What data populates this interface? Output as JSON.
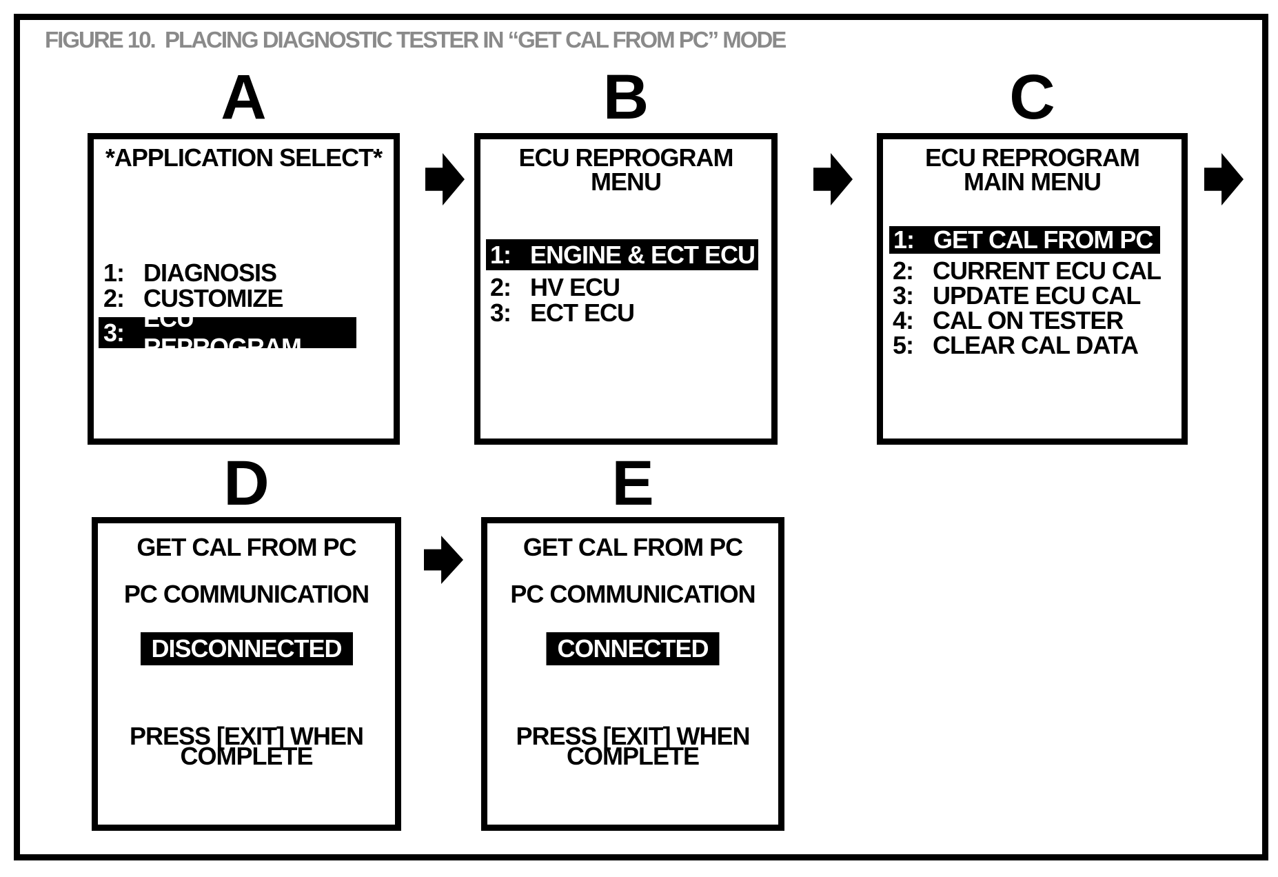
{
  "figure_title": "FIGURE 10.  PLACING DIAGNOSTIC TESTER IN “GET CAL FROM PC” MODE",
  "colors": {
    "ink": "#000000",
    "paper": "#ffffff",
    "title_gray": "#8a8a8a",
    "highlight_bg": "#000000",
    "highlight_text": "#ffffff"
  },
  "panels": {
    "a": {
      "label": "A",
      "screen_title": "*APPLICATION SELECT*",
      "items": [
        {
          "num": "1:",
          "text": "DIAGNOSIS",
          "highlighted": false
        },
        {
          "num": "2:",
          "text": "CUSTOMIZE",
          "highlighted": false
        },
        {
          "num": "3:",
          "text": "ECU REPROGRAM",
          "highlighted": true
        }
      ]
    },
    "b": {
      "label": "B",
      "screen_title_line1": "ECU REPROGRAM",
      "screen_title_line2": "MENU",
      "items": [
        {
          "num": "1:",
          "text": "ENGINE & ECT ECU",
          "highlighted": true
        },
        {
          "num": "2:",
          "text": "HV ECU",
          "highlighted": false
        },
        {
          "num": "3:",
          "text": "ECT ECU",
          "highlighted": false
        }
      ]
    },
    "c": {
      "label": "C",
      "screen_title_line1": "ECU REPROGRAM",
      "screen_title_line2": "MAIN MENU",
      "items": [
        {
          "num": "1:",
          "text": "GET CAL FROM PC",
          "highlighted": true
        },
        {
          "num": "2:",
          "text": "CURRENT ECU CAL",
          "highlighted": false
        },
        {
          "num": "3:",
          "text": "UPDATE ECU CAL",
          "highlighted": false
        },
        {
          "num": "4:",
          "text": "CAL ON TESTER",
          "highlighted": false
        },
        {
          "num": "5:",
          "text": "CLEAR CAL DATA",
          "highlighted": false
        }
      ]
    },
    "d": {
      "label": "D",
      "line1": "GET CAL FROM PC",
      "line2": "PC COMMUNICATION",
      "status": "DISCONNECTED",
      "footer_line1": "PRESS [EXIT] WHEN",
      "footer_line2": "COMPLETE"
    },
    "e": {
      "label": "E",
      "line1": "GET CAL FROM PC",
      "line2": "PC COMMUNICATION",
      "status": "CONNECTED",
      "footer_line1": "PRESS [EXIT] WHEN",
      "footer_line2": "COMPLETE"
    }
  }
}
